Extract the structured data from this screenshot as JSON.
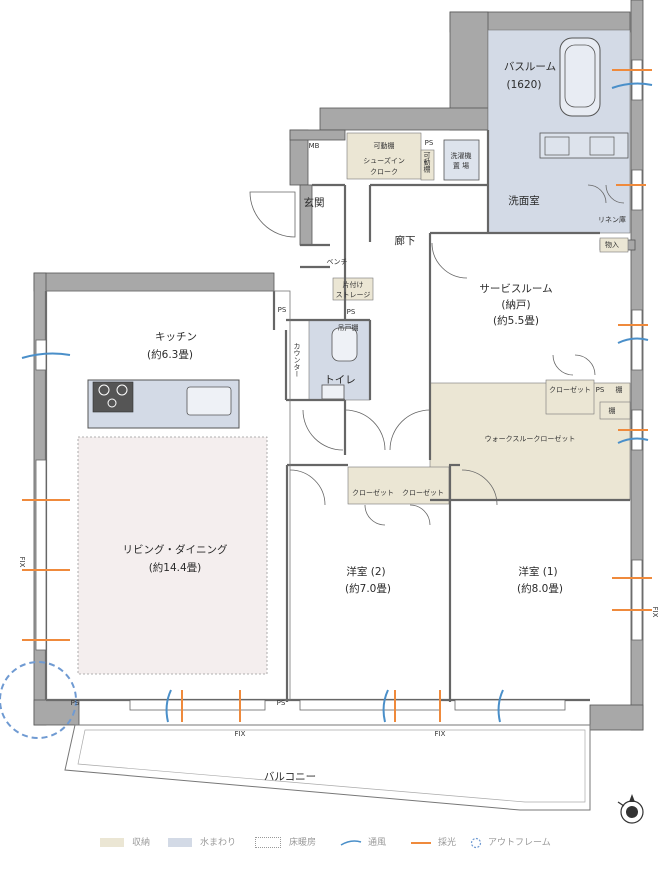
{
  "rooms": {
    "bath": "バスルーム",
    "bath_size": "(1620)",
    "washroom": "洗面室",
    "washer": "洗濯機置場",
    "linen": "リネン庫",
    "storage": "物入",
    "entrance": "玄関",
    "bench": "ベンチ",
    "hallway": "廊下",
    "shoes": "シューズイン\nクローク",
    "shelf": "可動棚",
    "movable_shelf_v": "可動棚",
    "ps": "PS",
    "mb": "MB",
    "kitchen": "キッチン",
    "kitchen_size": "(約6.3畳)",
    "counter": "カウンター",
    "toilet": "トイレ",
    "toilet_shelf": "吊戸棚",
    "tidy_storage": "片付け\nストレージ",
    "service_room": "サービスルーム",
    "service_room_sub": "(納戸)",
    "service_room_size": "(約5.5畳)",
    "closet": "クローゼット",
    "tana": "棚",
    "wic": "ウォークスルークローゼット",
    "living": "リビング・ダイニング",
    "living_size": "(約14.4畳)",
    "room2": "洋室 (2)",
    "room2_size": "(約7.0畳)",
    "room1": "洋室 (1)",
    "room1_size": "(約8.0畳)",
    "balcony": "バルコニー",
    "fix": "FIX",
    "fix_v": "F\nI\nX"
  },
  "legend": [
    {
      "label": "収納",
      "kind": "storage",
      "color": "#ebe6d4"
    },
    {
      "label": "水まわり",
      "kind": "water",
      "color": "#d3dae6"
    },
    {
      "label": "床暖房",
      "kind": "floor-heating",
      "color": "#ffffff"
    },
    {
      "label": "通風",
      "kind": "ventilation",
      "color": "#4a8fc9"
    },
    {
      "label": "採光",
      "kind": "daylight",
      "color": "#ef8a3c"
    },
    {
      "label": "アウトフレーム",
      "kind": "outframe",
      "color": "#6f9ad2"
    }
  ],
  "colors": {
    "wall": "#a8a8a8",
    "wall_stroke": "#555555",
    "storage": "#ebe6d4",
    "water": "#d3dae6",
    "floor_heat": "#f4eeee",
    "ventilation": "#4a8fc9",
    "daylight": "#ef8a3c",
    "outframe": "#6f9ad2"
  }
}
